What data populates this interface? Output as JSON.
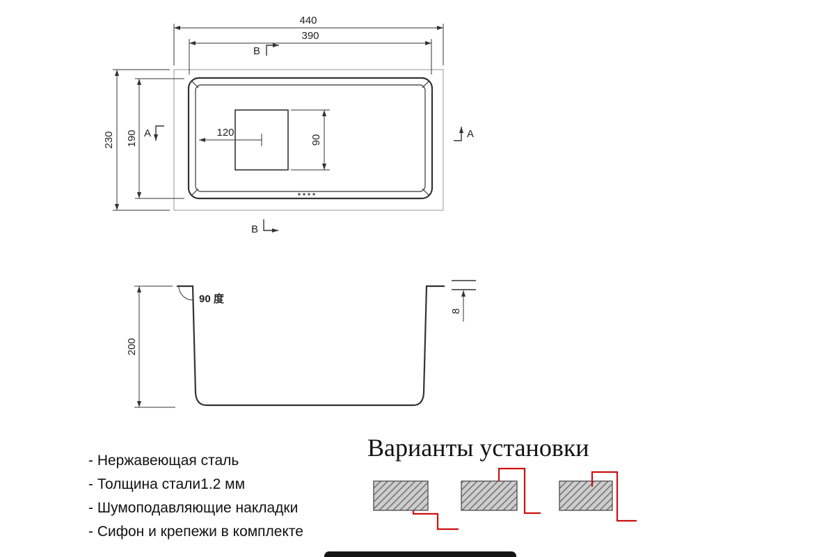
{
  "top_view": {
    "dim_overall_width": "440",
    "dim_inner_width": "390",
    "dim_overall_depth": "230",
    "dim_inner_depth": "190",
    "dim_drain_offset": "120",
    "dim_drain_height": "90",
    "marker_a": "A",
    "marker_b": "B"
  },
  "section_view": {
    "dim_depth": "200",
    "angle_label": "90 度",
    "dim_rim_thickness": "8"
  },
  "features": {
    "items": [
      "- Нержавеющая сталь",
      "- Толщина стали1.2 мм",
      "- Шумоподавляющие накладки",
      "- Сифон и крепежи в комплекте"
    ]
  },
  "installation": {
    "title": "Варианты установки"
  },
  "colors": {
    "line": "#333333",
    "light_line": "#a8a8a8",
    "red": "#cc1111",
    "hatch_fill": "#cdcdcd"
  }
}
